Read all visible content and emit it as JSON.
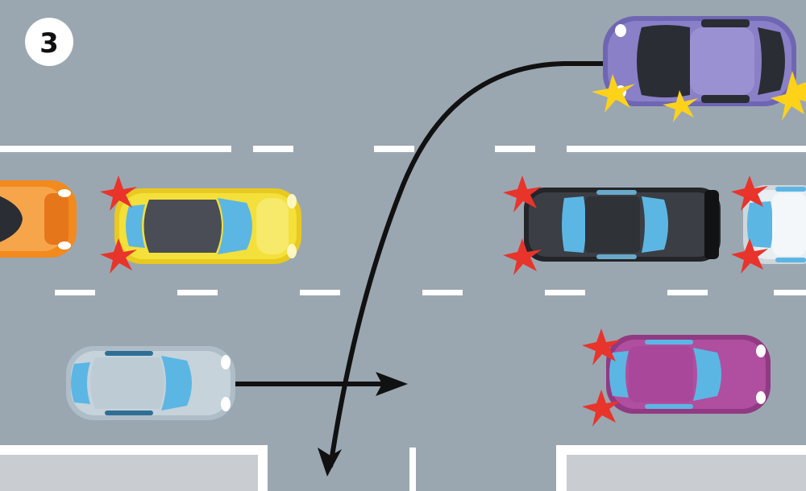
{
  "badge": {
    "number": "3"
  },
  "colors": {
    "road": "#9aa7b1",
    "lane_marking": "#ffffff",
    "sidewalk": "#c9cdd1",
    "arrow": "#111111",
    "hazard_light": "#e8342b",
    "indicator_light": "#ffd21a"
  },
  "vehicles": [
    {
      "name": "orange-car",
      "color": "#f28a1e",
      "hazard_lights": false
    },
    {
      "name": "yellow-car",
      "color": "#f4e03a",
      "hazard_lights": true
    },
    {
      "name": "silver-car",
      "color": "#c6d3db",
      "hazard_lights": false
    },
    {
      "name": "purple-car",
      "color": "#8a80c8",
      "indicators": true
    },
    {
      "name": "black-car",
      "color": "#3b3e44",
      "hazard_lights": true
    },
    {
      "name": "white-car",
      "color": "#e9eef2",
      "hazard_lights": true
    },
    {
      "name": "pink-car",
      "color": "#b04e9f",
      "hazard_lights": true
    }
  ],
  "arrows": [
    {
      "name": "straight-ahead-arrow"
    },
    {
      "name": "u-turn-arrow"
    }
  ]
}
